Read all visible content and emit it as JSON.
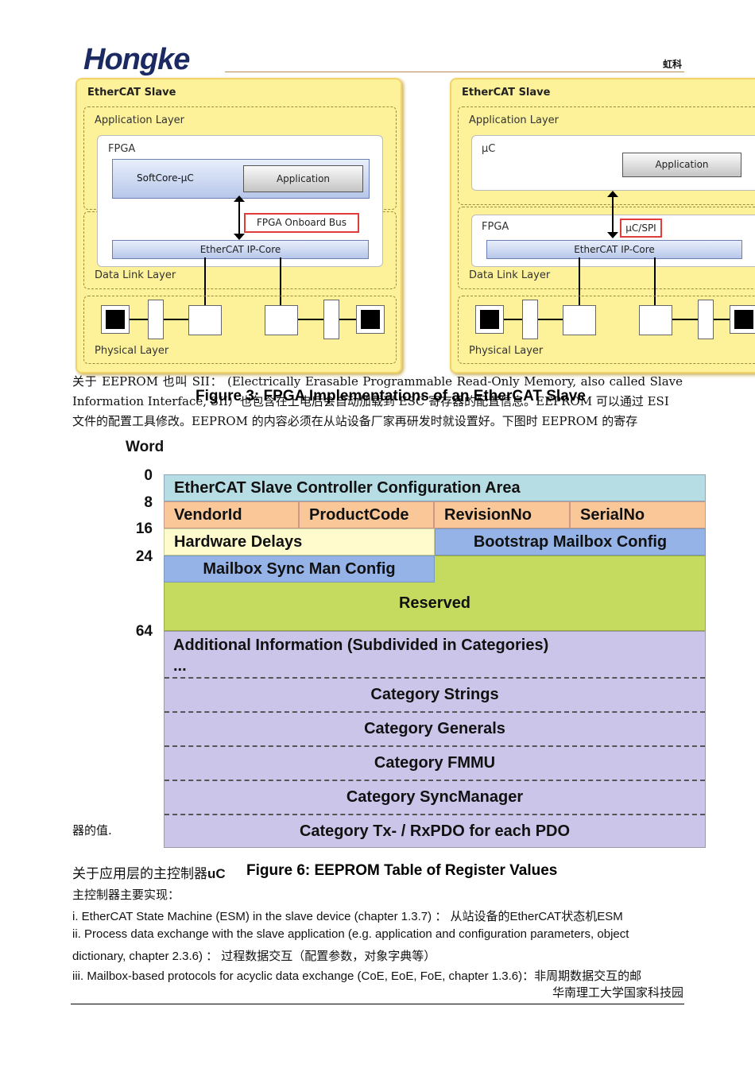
{
  "header": {
    "logo": "Hongke",
    "right_label": "虹科"
  },
  "diagram_left": {
    "title": "EtherCAT Slave",
    "application_layer": "Application Layer",
    "fpga": "FPGA",
    "softcore": "SoftCore-µC",
    "application": "Application",
    "bus": "FPGA Onboard Bus",
    "ipcore": "EtherCAT IP-Core",
    "data_link": "Data Link Layer",
    "physical": "Physical Layer"
  },
  "diagram_right": {
    "title": "EtherCAT Slave",
    "application_layer": "Application Layer",
    "uc": "µC",
    "application": "Application",
    "fpga": "FPGA",
    "bus": "µC/SPI",
    "ipcore": "EtherCAT IP-Core",
    "data_link": "Data Link Layer",
    "physical": "Physical Layer"
  },
  "para1": {
    "line1": "关于 EEPROM 也叫 SII： (Electrically Erasable Programmable Read-Only Memory, also called Slave",
    "line2_start": "Information Interface, SII）也包含在上电后会自动加载到 ESC 寄存器的配置信息。EEPROM 可以通过 ESI",
    "line3": "文件的配置工具修改。EEPROM 的内容必须在从站设备厂家再研发时就设置好。下图时 EEPROM 的寄存"
  },
  "figure3_caption": "Figure 3: FPGA Implementations of an EtherCAT Slave",
  "eeprom": {
    "word_label": "Word",
    "words": [
      "0",
      "8",
      "16",
      "24",
      "64"
    ],
    "config_area": "EtherCAT Slave Controller Configuration Area",
    "vendor": "VendorId",
    "product": "ProductCode",
    "revision": "RevisionNo",
    "serial": "SerialNo",
    "hw_delays": "Hardware Delays",
    "bootstrap": "Bootstrap Mailbox Config",
    "mailbox_sync": "Mailbox Sync Man Config",
    "reserved": "Reserved",
    "additional": "Additional Information (Subdivided in Categories)",
    "ellipsis": "...",
    "cat_strings": "Category Strings",
    "cat_generals": "Category Generals",
    "cat_fmmu": "Category FMMU",
    "cat_syncmanager": "Category SyncManager",
    "cat_pdo": "Category Tx- / RxPDO for each PDO"
  },
  "register_value_label": "器的值.",
  "heading_main": "关于应用层的主控制器",
  "heading_uc": "uC",
  "figure6_caption": "Figure 6: EEPROM Table of Register Values",
  "body": {
    "intro": "主控制器主要实现：",
    "item1": "i. EtherCAT State Machine (ESM) in the slave device (chapter 1.3.7) ： 从站设备的EtherCAT状态机ESM",
    "item2a": "ii. Process data exchange with the slave application (e.g. application and configuration parameters, object",
    "item2b": "dictionary, chapter 2.3.6) ： 过程数据交互（配置参数，对象字典等）",
    "item3": "iii. Mailbox-based protocols for acyclic data exchange (CoE, EoE, FoE, chapter 1.3.6)：非周期数据交互的邮"
  },
  "footer": {
    "org": "华南理工大学国家科技园"
  }
}
